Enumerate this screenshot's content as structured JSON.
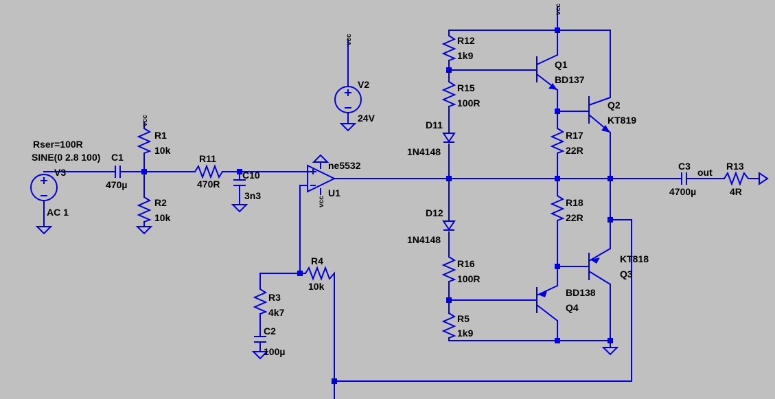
{
  "components": {
    "R12": {
      "name": "R12",
      "value": "1k9"
    },
    "R15": {
      "name": "R15",
      "value": "100R"
    },
    "D11": {
      "name": "D11",
      "value": "1N4148"
    },
    "D12": {
      "name": "D12",
      "value": "1N4148"
    },
    "R16": {
      "name": "R16",
      "value": "100R"
    },
    "R5": {
      "name": "R5",
      "value": "1k9"
    },
    "Q1": {
      "name": "Q1",
      "value": "BD137"
    },
    "Q2": {
      "name": "Q2",
      "value": "KT819"
    },
    "Q3": {
      "name": "Q3",
      "value": "KT818"
    },
    "Q4": {
      "name": "Q4",
      "value": "BD138"
    },
    "R17": {
      "name": "R17",
      "value": "22R"
    },
    "R18": {
      "name": "R18",
      "value": "22R"
    },
    "C3": {
      "name": "C3",
      "value": "4700µ"
    },
    "R13": {
      "name": "R13",
      "value": "4R"
    },
    "V2": {
      "name": "V2",
      "value": "24V"
    },
    "V3": {
      "name": "V3",
      "value": "AC 1",
      "param1": "Rser=100R",
      "param2": "SINE(0 2.8 100)"
    },
    "C1": {
      "name": "C1",
      "value": "470µ"
    },
    "R1": {
      "name": "R1",
      "value": "10k"
    },
    "R2": {
      "name": "R2",
      "value": "10k"
    },
    "R11": {
      "name": "R11",
      "value": "470R"
    },
    "C10": {
      "name": "C10",
      "value": "3n3"
    },
    "U1": {
      "name": "U1",
      "value": "ne5532"
    },
    "R4": {
      "name": "R4",
      "value": "10k"
    },
    "R3": {
      "name": "R3",
      "value": "4k7"
    },
    "C2": {
      "name": "C2",
      "value": "100µ"
    }
  },
  "nets": {
    "vcc": "vcc",
    "out": "out"
  },
  "colors": {
    "background": "#c0c0c0",
    "wire": "#0000e0",
    "text": "#000000"
  }
}
